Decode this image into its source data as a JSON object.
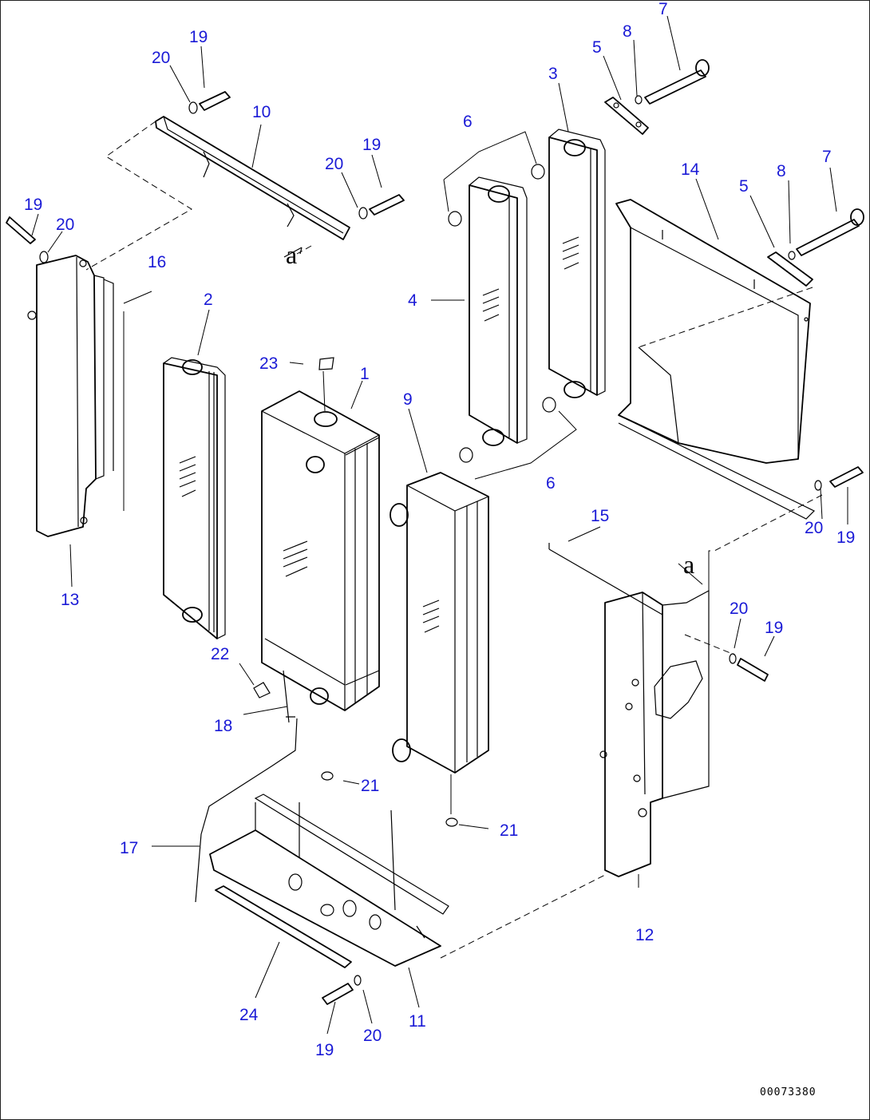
{
  "callouts": {
    "c1": "1",
    "c2": "2",
    "c3": "3",
    "c4": "4",
    "c5a": "5",
    "c5b": "5",
    "c6a": "6",
    "c6b": "6",
    "c7a": "7",
    "c7b": "7",
    "c8a": "8",
    "c8b": "8",
    "c9": "9",
    "c10": "10",
    "c11": "11",
    "c12": "12",
    "c13": "13",
    "c14": "14",
    "c15": "15",
    "c16": "16",
    "c17": "17",
    "c18": "18",
    "c19a": "19",
    "c19b": "19",
    "c19c": "19",
    "c19d": "19",
    "c19e": "19",
    "c19f": "19",
    "c20a": "20",
    "c20b": "20",
    "c20c": "20",
    "c20d": "20",
    "c20e": "20",
    "c20f": "20",
    "c21a": "21",
    "c21b": "21",
    "c22": "22",
    "c23": "23",
    "c24": "24"
  },
  "refs": {
    "a_top": "a",
    "a_right": "a"
  },
  "drawing_code": "00073380",
  "colors": {
    "callout": "#1a1ad6",
    "line": "#000000"
  }
}
